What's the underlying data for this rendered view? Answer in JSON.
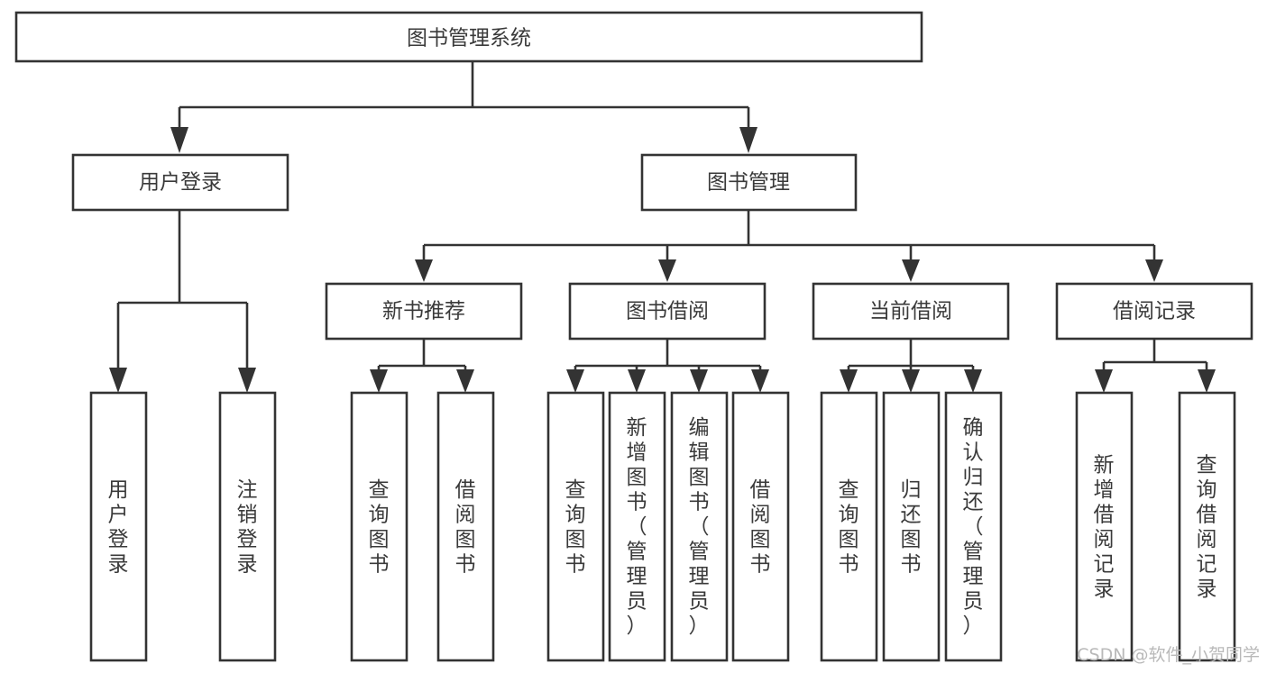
{
  "diagram": {
    "type": "tree-hierarchy-chart",
    "title_node": "图书管理系统",
    "watermark": "CSDN @软件_小贺同学",
    "levels": {
      "root": {
        "label": "图书管理系统"
      },
      "level2": [
        {
          "id": "user-login",
          "label": "用户登录"
        },
        {
          "id": "book-manage",
          "label": "图书管理"
        }
      ],
      "level3": [
        {
          "id": "new-book-recommend",
          "label": "新书推荐",
          "parent": "book-manage"
        },
        {
          "id": "book-borrow",
          "label": "图书借阅",
          "parent": "book-manage"
        },
        {
          "id": "current-borrow",
          "label": "当前借阅",
          "parent": "book-manage"
        },
        {
          "id": "borrow-record",
          "label": "借阅记录",
          "parent": "book-manage"
        }
      ],
      "leaves": [
        {
          "id": "leaf-user-login",
          "label": "用户登录",
          "parent": "user-login"
        },
        {
          "id": "leaf-logout-login",
          "label": "注销登录",
          "parent": "user-login"
        },
        {
          "id": "leaf-query-book-1",
          "label": "查询图书",
          "parent": "new-book-recommend"
        },
        {
          "id": "leaf-borrow-book-1",
          "label": "借阅图书",
          "parent": "new-book-recommend"
        },
        {
          "id": "leaf-query-book-2",
          "label": "查询图书",
          "parent": "book-borrow"
        },
        {
          "id": "leaf-add-book",
          "label": "新增图书（管理员）",
          "parent": "book-borrow"
        },
        {
          "id": "leaf-edit-book",
          "label": "编辑图书（管理员）",
          "parent": "book-borrow"
        },
        {
          "id": "leaf-borrow-book-2",
          "label": "借阅图书",
          "parent": "book-borrow"
        },
        {
          "id": "leaf-query-book-3",
          "label": "查询图书",
          "parent": "current-borrow"
        },
        {
          "id": "leaf-return-book",
          "label": "归还图书",
          "parent": "current-borrow"
        },
        {
          "id": "leaf-confirm-return",
          "label": "确认归还（管理员）",
          "parent": "current-borrow"
        },
        {
          "id": "leaf-add-record",
          "label": "新增借阅记录",
          "parent": "borrow-record"
        },
        {
          "id": "leaf-query-record",
          "label": "查询借阅记录",
          "parent": "borrow-record"
        }
      ]
    },
    "colors": {
      "stroke": "#333333",
      "text": "#3a3a3a",
      "background": "#ffffff",
      "watermark": "#b9b9b9"
    }
  }
}
